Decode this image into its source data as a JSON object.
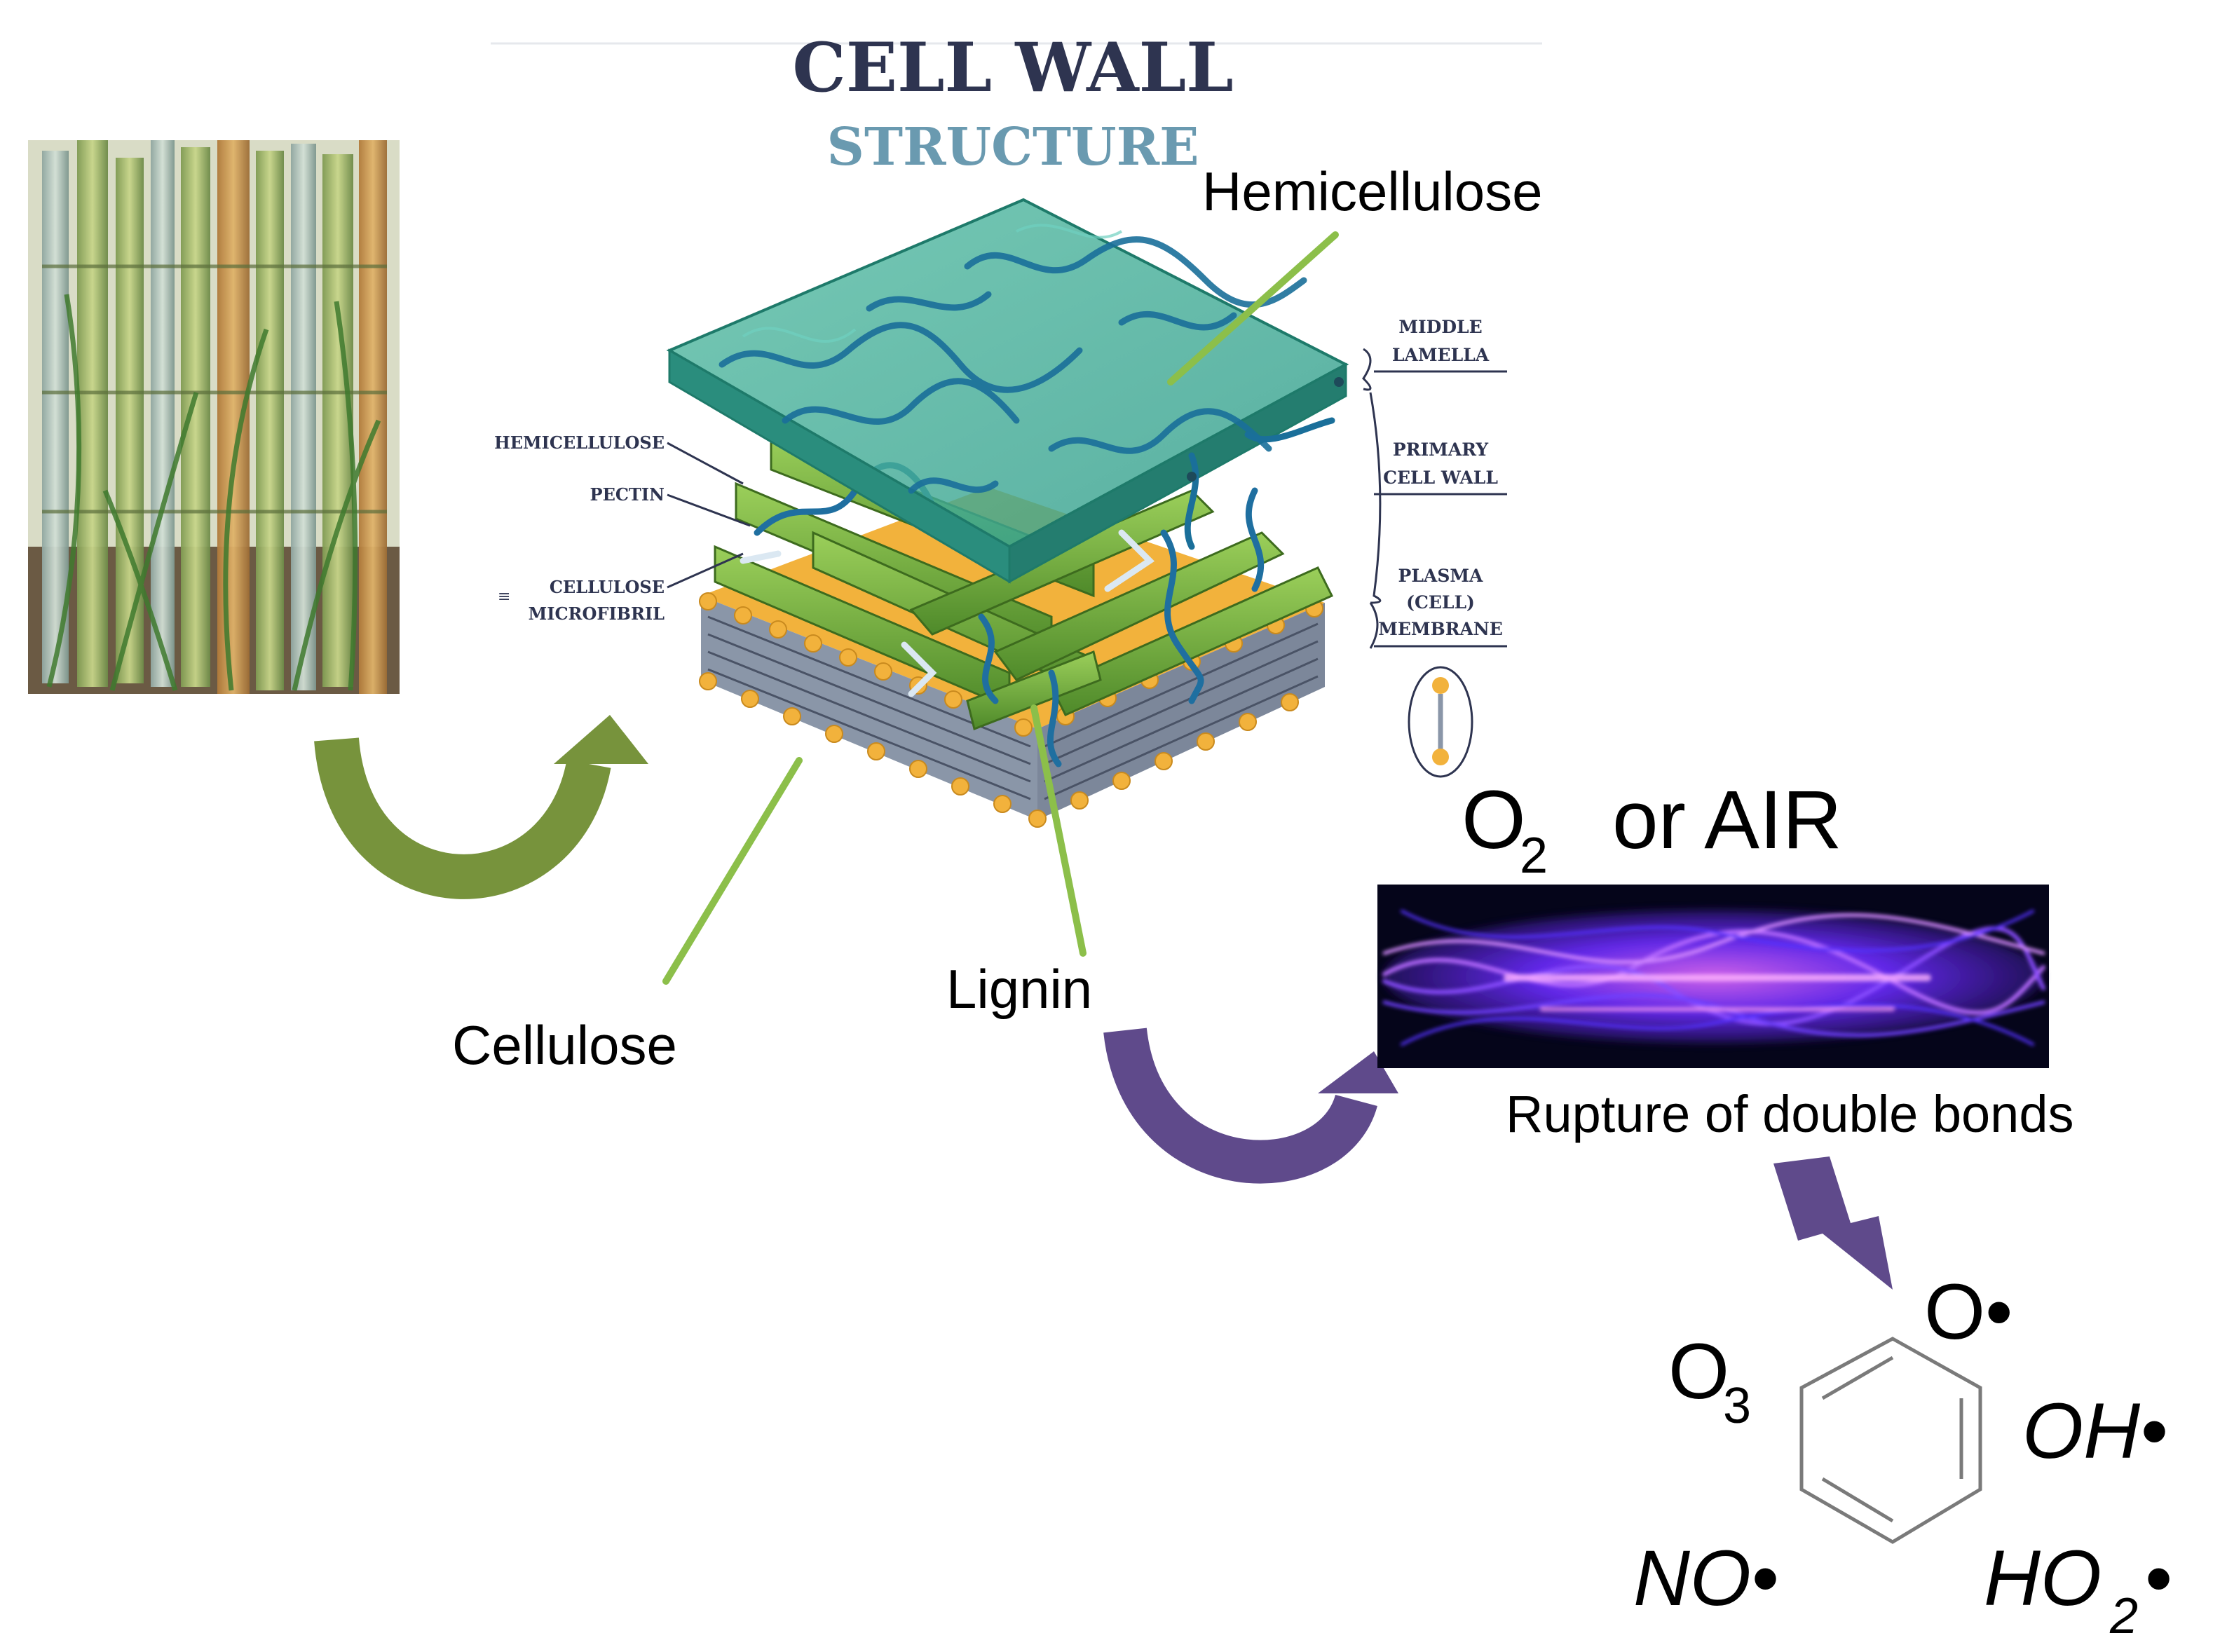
{
  "header": {
    "title_line1": "CELL WALL",
    "title_line2": "STRUCTURE"
  },
  "diagram_labels": {
    "hemicellulose": "Hemicellulose",
    "cellulose": "Cellulose",
    "lignin": "Lignin"
  },
  "inset_labels": {
    "hemicellulose": "HEMICELLULOSE",
    "pectin": "PECTIN",
    "cellulose_1": "CELLULOSE",
    "cellulose_2": "MICROFIBRIL"
  },
  "layer_labels": {
    "middle_lamella_1": "MIDDLE",
    "middle_lamella_2": "LAMELLA",
    "primary_wall_1": "PRIMARY",
    "primary_wall_2": "CELL WALL",
    "plasma_1": "PLASMA",
    "plasma_2": "(CELL)",
    "plasma_3": "MEMBRANE"
  },
  "plasma": {
    "gas_prefix": "O",
    "gas_sub": "2",
    "gas_suffix": "or AIR",
    "caption": "Rupture of double bonds"
  },
  "species": {
    "ozone": "O",
    "ozone_sub": "3",
    "oxygen_radical": "O•",
    "hydroxyl": "OH•",
    "nitric_oxide": "NO•",
    "hydroperoxyl": "HO",
    "hydroperoxyl_sub": "2",
    "hydroperoxyl_dot": "•"
  },
  "colors": {
    "title_dark": "#2e3450",
    "title_teal": "#6a9ab0",
    "leader_green": "#8cbf4a",
    "arrow_green": "#77933c",
    "arrow_purple": "#5f4a8b",
    "plasma_violet": "#9b4dff"
  }
}
